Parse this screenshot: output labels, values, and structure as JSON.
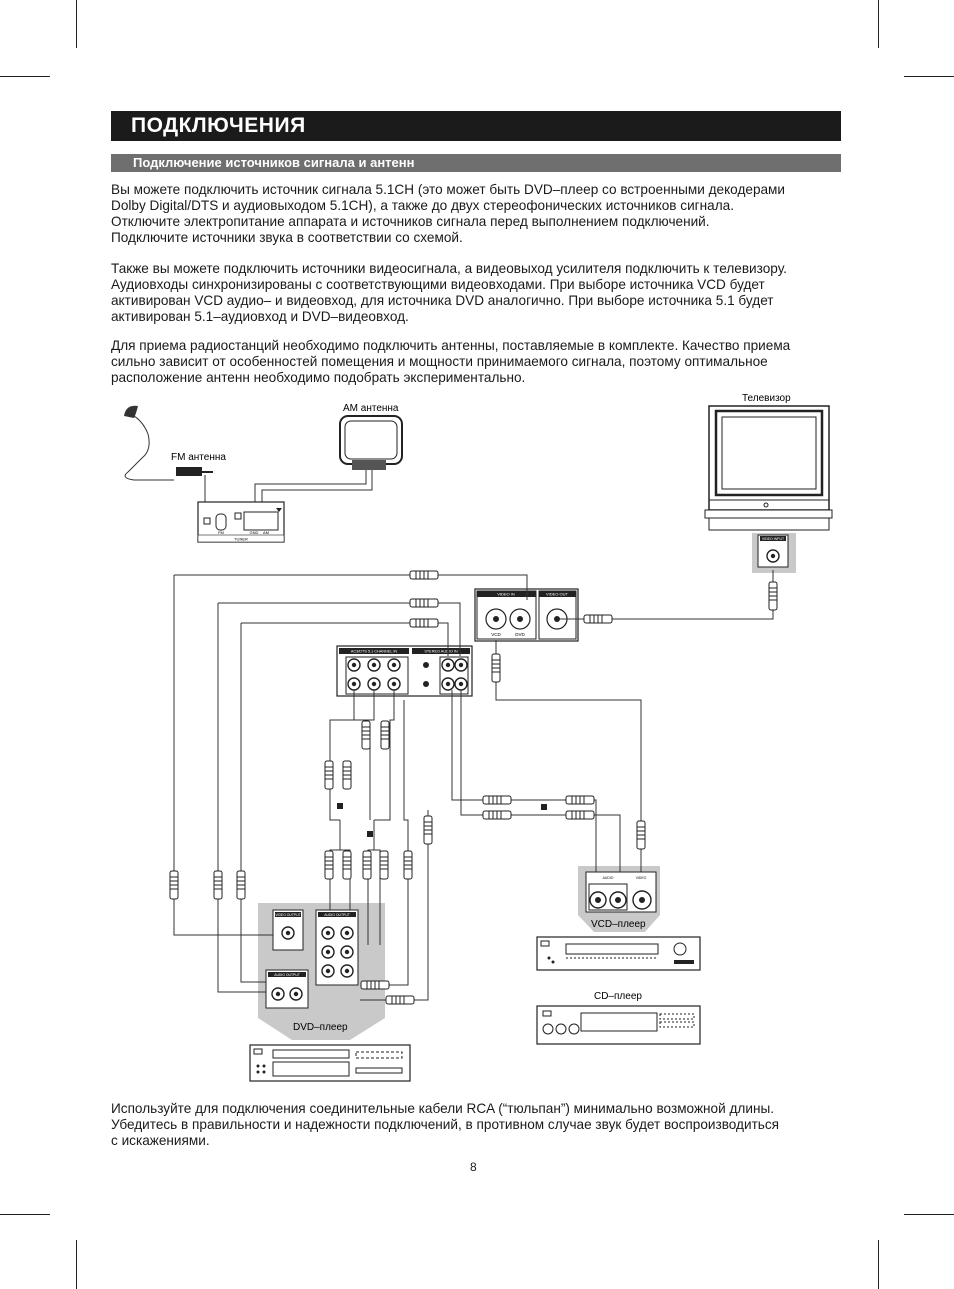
{
  "header": {
    "title": "ПОДКЛЮЧЕНИЯ",
    "subtitle": "Подключение источников сигнала и антенн"
  },
  "intro": {
    "p1": [
      "Вы можете подключить источник сигнала 5.1CH (это может быть DVD–плеер со встроенными декодерами",
      "Dolby Digital/DTS и аудиовыходом 5.1CH), а также до двух стереофонических источников сигнала.",
      "Отключите электропитание аппарата и источников сигнала перед выполнением подключений.",
      "Подключите источники звука в соответствии со схемой."
    ],
    "p2": [
      "Также вы можете подключить источники видеосигнала, а видеовыход усилителя подключить к телевизору.",
      "Аудиовходы синхронизированы с соответствующими видеовходами. При выборе источника VCD будет",
      "активирован VCD аудио– и видеовход, для источника DVD аналогично. При выборе источника 5.1 будет",
      "активирован 5.1–аудиовход и DVD–видеовход."
    ],
    "p3": [
      "Для приема радиостанций необходимо подключить антенны, поставляемые в комплекте. Качество приема",
      "сильно зависит от особенностей помещения и мощности принимаемого сигнала, поэтому оптимальное",
      "расположение антенн необходимо подобрать экспериментально."
    ]
  },
  "diagram": {
    "labels": {
      "am_antenna": "АМ антенна",
      "fm_antenna": "FM антенна",
      "tv": "Телевизор",
      "vcd_player": "VCD–плеер",
      "cd_player": "CD–плеер",
      "dvd_player": "DVD–плеер"
    },
    "panel_labels": {
      "tuner": "TUNER",
      "fm": "FM",
      "gnd": "GND",
      "am": "AM",
      "video_in": "VIDEO IN",
      "video_out": "VIDEO OUT",
      "vcd": "VCD",
      "dvd": "DVD",
      "ac3": "AC3/DTS 5.1 CHANNEL IN",
      "stereo_audio_in": "STEREO AUDIO IN",
      "video_input": "VIDEO INPUT",
      "video_output": "VIDEO OUTPUT",
      "audio_output": "AUDIO OUTPUT",
      "audio": "AUDIO",
      "video": "VIDEO"
    }
  },
  "footer": {
    "lines": [
      "Используйте для подключения соединительные кабели RCA (“тюльпан”) минимально возможной длины.",
      "Убедитесь в правильности и надежности подключений, в противном случае звук будет воспроизводиться",
      "с искажениями."
    ],
    "page_number": "8"
  }
}
